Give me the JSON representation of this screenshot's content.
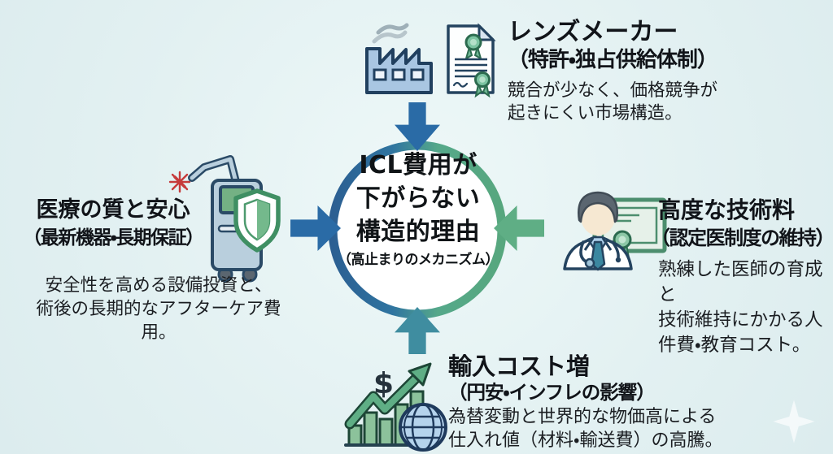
{
  "center": {
    "line1": "ICL費用が",
    "line2": "下がらない",
    "line3": "構造的理由",
    "subtitle": "（高止まりのメカニズム）"
  },
  "top": {
    "title": "レンズメーカー",
    "subtitle": "（特許・独占供給体制）",
    "desc1": "競合が少なく、価格競争が",
    "desc2": "起きにくい市場構造。"
  },
  "left": {
    "title": "医療の質と安心",
    "subtitle": "（最新機器・長期保証）",
    "desc1": "安全性を高める設備投資と、",
    "desc2": "術後の長期的なアフターケア費用。"
  },
  "right": {
    "title": "高度な技術料",
    "subtitle": "（認定医制度の維持）",
    "desc1": "熟練した医師の育成と",
    "desc2": "技術維持にかかる人",
    "desc3": "件費・教育コスト。"
  },
  "bottom": {
    "title": "輸入コスト増",
    "subtitle": "（円安・インフレの影響）",
    "desc1": "為替変動と世界的な物価高による",
    "desc2": "仕入れ値（材料・輸送費）の高騰。",
    "dollar_sign": "$"
  },
  "colors": {
    "background": "#e3f1f2",
    "ring_blue": "#2c5f92",
    "ring_green": "#5fae85",
    "arrow_blue": "#2a6ba6",
    "arrow_green": "#5fae85",
    "arrow_teal": "#3f8da0",
    "text": "#111419",
    "laser_red": "#c63b3b",
    "icon_blue_fill": "#a9c6e2",
    "icon_green_fill": "#8cc29b"
  },
  "icons": {
    "top": [
      "factory-icon",
      "certificate-icon"
    ],
    "left": [
      "laser-machine-icon",
      "shield-icon"
    ],
    "right": [
      "doctor-icon",
      "diploma-icon"
    ],
    "bottom": [
      "growth-chart-icon",
      "globe-icon"
    ],
    "watermark": "sparkle-icon"
  }
}
